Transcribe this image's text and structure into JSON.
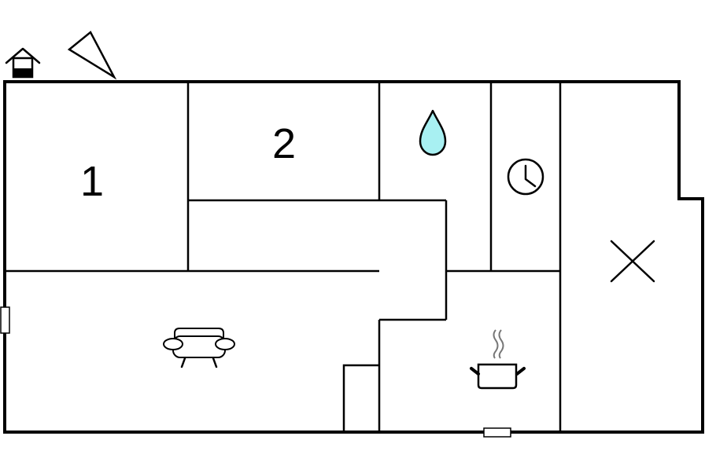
{
  "floorplan": {
    "rooms": [
      {
        "id": "bedroom-1",
        "label": "1"
      },
      {
        "id": "bedroom-2",
        "label": "2"
      }
    ],
    "icons": [
      {
        "name": "entrance-house-icon"
      },
      {
        "name": "north-compass-icon"
      },
      {
        "name": "water-drop-icon",
        "color": "#a8f0f2"
      },
      {
        "name": "clock-icon"
      },
      {
        "name": "cross-icon"
      },
      {
        "name": "sofa-icon"
      },
      {
        "name": "cooking-pot-icon"
      }
    ],
    "colors": {
      "wall": "#000000",
      "background": "#ffffff",
      "water": "#a8f0f2"
    }
  }
}
